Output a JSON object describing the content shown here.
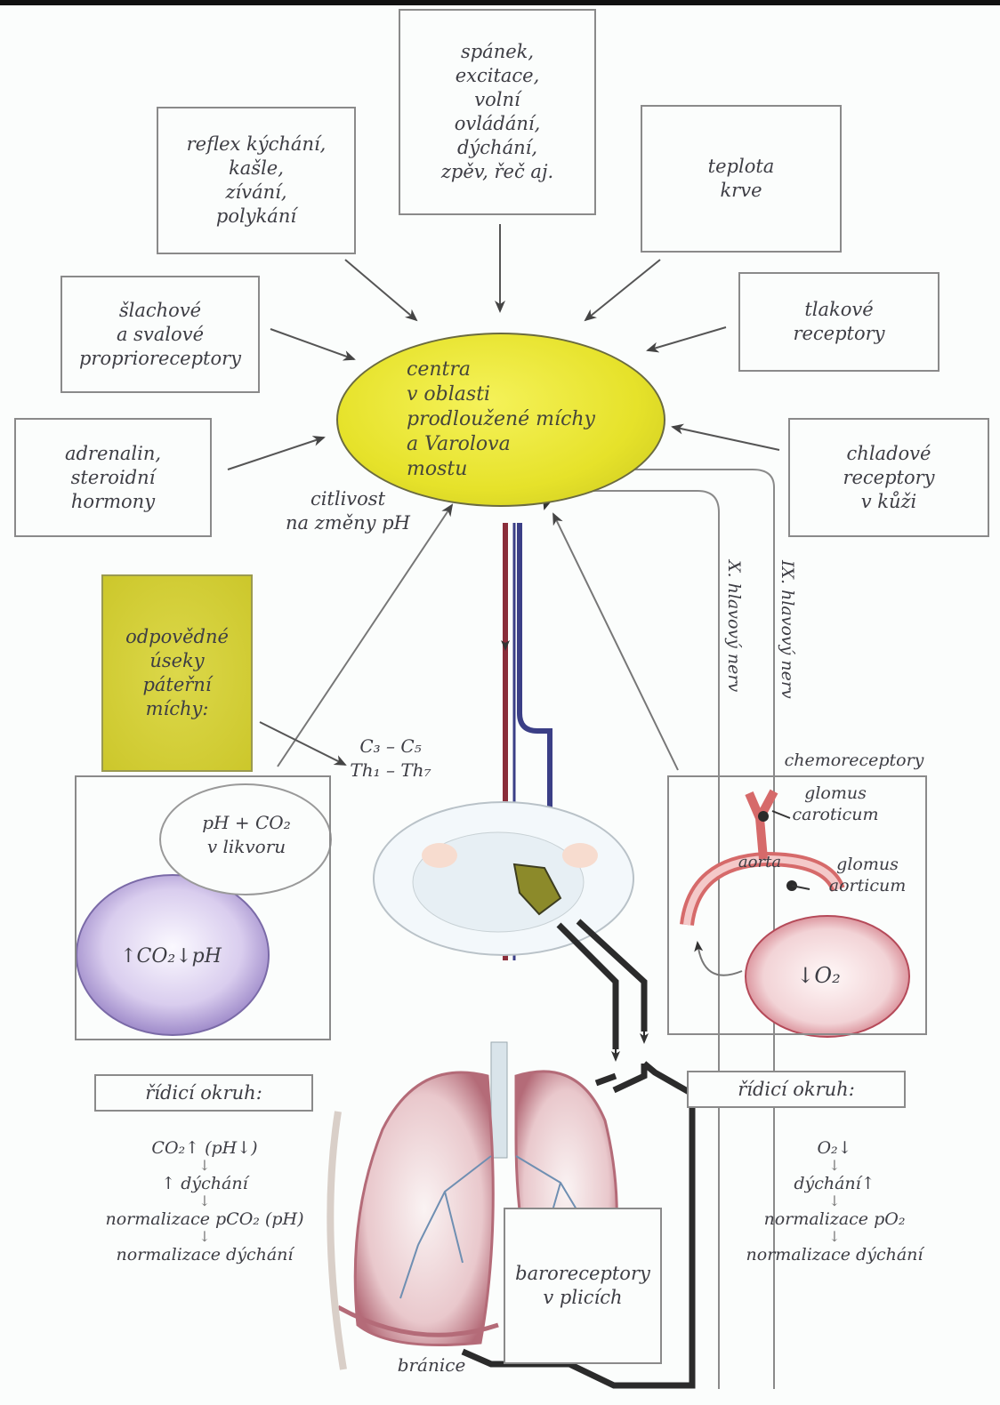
{
  "nodes": {
    "top_center": "spánek,\nexcitace,\nvolní\novládání,\ndýchání,\nzpěv, řeč aj.",
    "reflexes": "reflex kýchání,\nkašle,\nzívání,\npolykání",
    "temperature": "teplota\nkrve",
    "proprioceptors": "šlachové\na svalové\nproprioreceptory",
    "pressure": "tlakové\nreceptory",
    "hormones": "adrenalin,\nsteroidní\nhormony",
    "cold": "chladové\nreceptory\nv kůži",
    "center": "centra\nv oblasti\nprodloužené míchy\na Varolova\nmostu",
    "ph_sensitivity": "citlivost\nna změny pH",
    "spinal": "odpovědné\núseky\npáteřní\nmíchy:",
    "segments": "C₃ – C₅\nTh₁ – Th₇",
    "csf": "pH + CO₂\nv likvoru",
    "co2_ph": "↑CO₂↓pH",
    "chemoreceptors": "chemoreceptory",
    "glomus_caroticum": "glomus\ncaroticum",
    "aorta": "aorta",
    "glomus_aorticum": "glomus\naorticum",
    "o2_low": "↓O₂",
    "nerve_x": "X. hlavový nerv",
    "nerve_ix": "IX. hlavový nerv",
    "baroreceptors": "baroreceptory\nv plicích",
    "diaphragm": "bránice"
  },
  "left_loop": {
    "title": "řídicí okruh:",
    "steps": [
      "CO₂↑ (pH↓)",
      "↑ dýchání",
      "normalizace pCO₂ (pH)",
      "normalizace dýchání"
    ]
  },
  "right_loop": {
    "title": "řídicí okruh:",
    "steps": [
      "O₂↓",
      "dýchání↑",
      "normalizace pO₂",
      "normalizace dýchání"
    ]
  },
  "colors": {
    "center_fill": "#e6e22a",
    "spinal_fill": "#ccc72b",
    "co2_circle": "#b9a8d8",
    "o2_circle": "#e2a5ad",
    "lung": "#c98b96",
    "vessel_red": "#8a2d3a",
    "vessel_blue": "#3b3f86"
  }
}
